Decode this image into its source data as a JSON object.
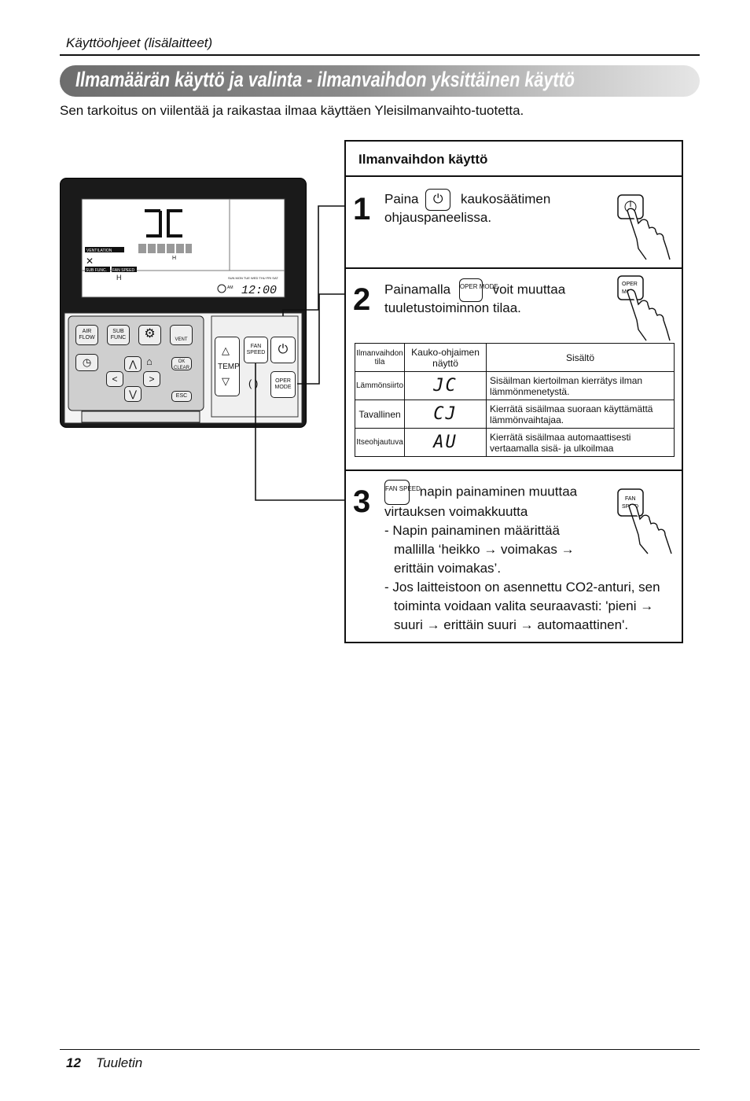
{
  "header": {
    "section": "Käyttöohjeet (lisälaitteet)"
  },
  "title": "Ilmamäärän käyttö ja valinta - ilmanvaihdon yksittäinen käyttö",
  "intro": "Sen tarkoitus on viilentää ja raikastaa ilmaa käyttäen Yleisilmanvaihto-tuotetta.",
  "panel": {
    "title": "Ilmanvaihdon käyttö",
    "step1": {
      "num": "1",
      "line1_pre": "Paina",
      "line1_post": "kaukosäätimen",
      "line2": "ohjauspaneelissa."
    },
    "step2": {
      "num": "2",
      "line1_pre": "Painamalla",
      "line1_post": "voit muuttaa",
      "line2": "tuuletustoiminnon tilaa."
    },
    "table": {
      "headers": [
        "Ilmanvaihdon tila",
        "Kauko-ohjaimen näyttö",
        "Sisältö"
      ],
      "rows": [
        {
          "mode": "Lämmönsiirto",
          "display": "JC",
          "desc": "Sisäilman kiertoilman kierrätys ilman lämmönmenetystä."
        },
        {
          "mode": "Tavallinen",
          "display": "CJ",
          "desc": "Kierrätä sisäilmaa suoraan käyttämättä lämmönvaihtajaa."
        },
        {
          "mode": "Itseohjautuva",
          "display": "AU",
          "desc": "Kierrätä sisäilmaa automaattisesti vertaamalla sisä- ja ulkoilmaa"
        }
      ]
    },
    "step3": {
      "num": "3",
      "line1_post": "napin painaminen muuttaa",
      "line2": "virtauksen voimakkuutta",
      "bullet1_l1": "- Napin painaminen määrittää",
      "bullet1_l2": "mallilla ‘heikko → voimakas →",
      "bullet1_l3": "erittäin voimakas’.",
      "bullet2_l1": "- Jos laitteistoon on asennettu CO2-anturi, sen",
      "bullet2_l2": "toiminta voidaan valita seuraavasti: 'pieni →",
      "bullet2_l3": "suuri → erittäin suuri → automaattinen'."
    }
  },
  "remote": {
    "display": {
      "ventilation": "VENTILATION",
      "sub_func": "SUB FUNC.",
      "fan_speed": "FAN SPEED",
      "h1": "H",
      "h2": "H",
      "days": "SUN MON TUE WED THU FRI SAT",
      "am": "AM",
      "time": "12:00"
    },
    "buttons": {
      "air_flow": "AIR FLOW",
      "sub_func": "SUB FUNC",
      "vent": "VENT",
      "ok_clear": "OK CLEAR",
      "esc": "ESC",
      "temp": "TEMP",
      "fan_speed": "FAN SPEED",
      "oper_mode": "OPER MODE"
    }
  },
  "icons": {
    "oper_mode": "OPER MODE",
    "fan_speed": "FAN SPEED"
  },
  "footer": {
    "page": "12",
    "title": "Tuuletin"
  }
}
